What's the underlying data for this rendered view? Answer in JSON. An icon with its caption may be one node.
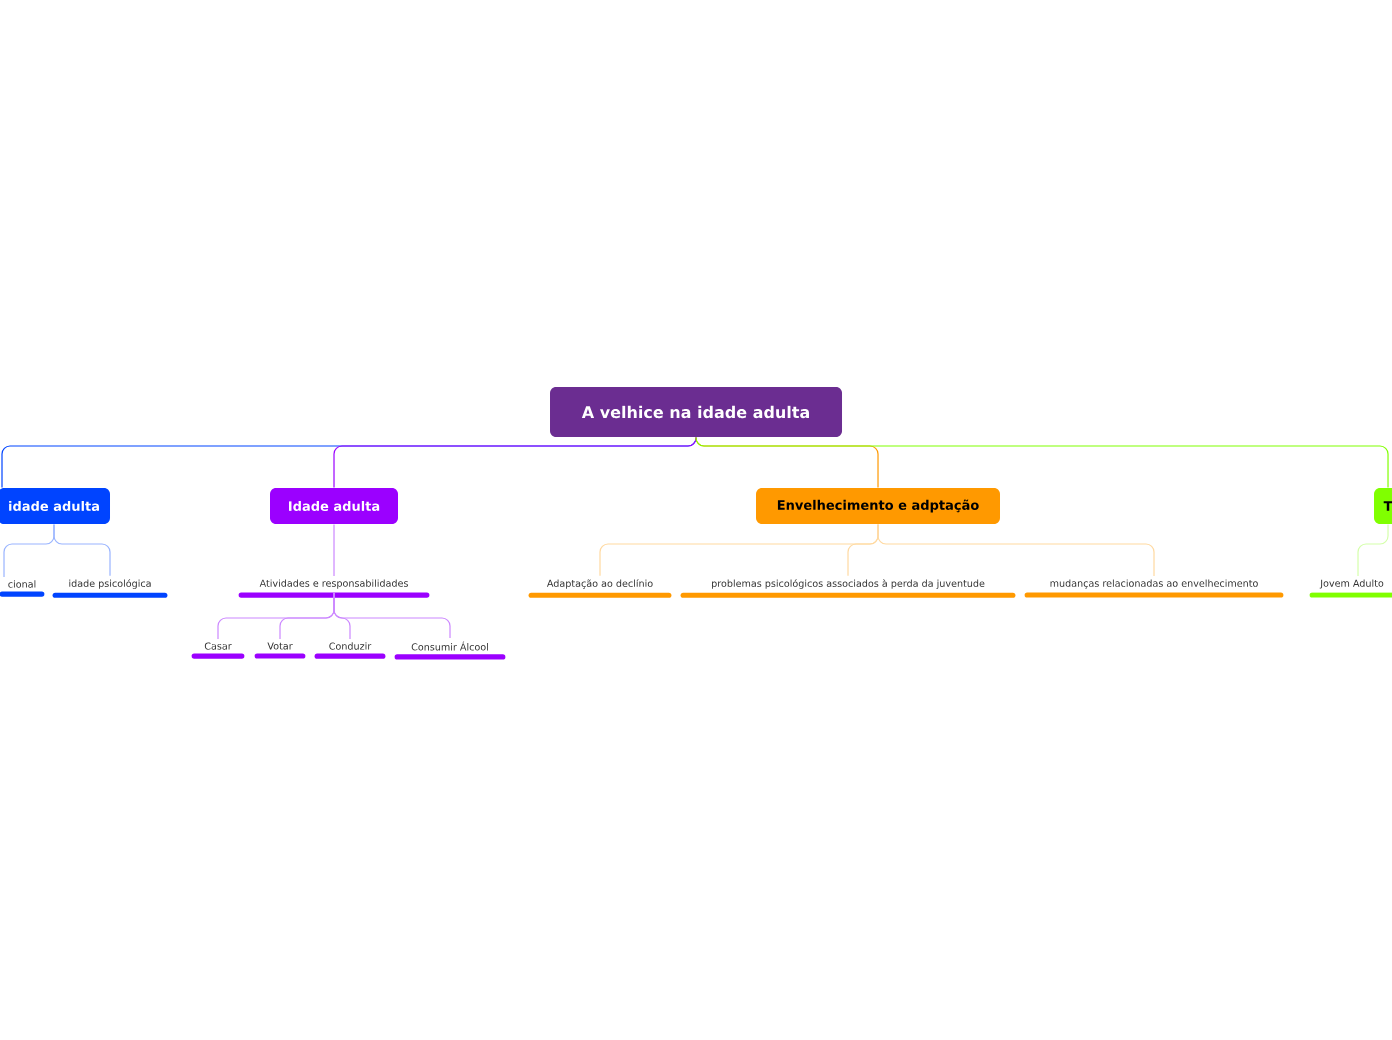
{
  "diagram": {
    "nodes": [
      {
        "text": [
          "A velhice na idade adulta"
        ]
      },
      {
        "text": [
          "idade adulta"
        ]
      },
      {
        "text": [
          "cional"
        ]
      },
      {
        "text": [
          "idade psicológica"
        ]
      },
      {
        "text": [
          "Idade adulta"
        ]
      },
      {
        "text": [
          "Atividades e responsabilidades"
        ]
      },
      {
        "text": [
          "Casar"
        ]
      },
      {
        "text": [
          "Votar"
        ]
      },
      {
        "text": [
          "Conduzir"
        ]
      },
      {
        "text": [
          "Consumir Álcool"
        ]
      },
      {
        "text": [
          "Envelhecimento e adptação"
        ]
      },
      {
        "text": [
          "Adaptação ao declínio"
        ]
      },
      {
        "text": [
          "problemas psicológicos associados à perda da juventude"
        ]
      },
      {
        "text": [
          "mudanças relacionadas ao envelhecimento"
        ]
      },
      {
        "text": [
          "T"
        ]
      },
      {
        "text": [
          "Jovem Adulto"
        ]
      }
    ],
    "edges": [
      {
        "from": 0,
        "to": 1,
        "arrow": "none",
        "color": "#0044ff"
      },
      {
        "from": 0,
        "to": 4,
        "arrow": "none",
        "color": "#9b00ff"
      },
      {
        "from": 0,
        "to": 10,
        "arrow": "none",
        "color": "#ff9900"
      },
      {
        "from": 0,
        "to": 14,
        "arrow": "none",
        "color": "#80ff00"
      },
      {
        "from": 1,
        "to": 2,
        "arrow": "none",
        "color": "#99b4ff"
      },
      {
        "from": 1,
        "to": 3,
        "arrow": "none",
        "color": "#99b4ff"
      },
      {
        "from": 4,
        "to": 5,
        "arrow": "none",
        "color": "#cc88ff"
      },
      {
        "from": 5,
        "to": 6,
        "arrow": "none",
        "color": "#cc88ff"
      },
      {
        "from": 5,
        "to": 7,
        "arrow": "none",
        "color": "#cc88ff"
      },
      {
        "from": 5,
        "to": 8,
        "arrow": "none",
        "color": "#cc88ff"
      },
      {
        "from": 5,
        "to": 9,
        "arrow": "none",
        "color": "#cc88ff"
      },
      {
        "from": 10,
        "to": 11,
        "arrow": "none",
        "color": "#ffd9a0"
      },
      {
        "from": 10,
        "to": 12,
        "arrow": "none",
        "color": "#ffd9a0"
      },
      {
        "from": 10,
        "to": 13,
        "arrow": "none",
        "color": "#ffd9a0"
      },
      {
        "from": 14,
        "to": 15,
        "arrow": "none",
        "color": "#d4ffaa"
      }
    ]
  }
}
